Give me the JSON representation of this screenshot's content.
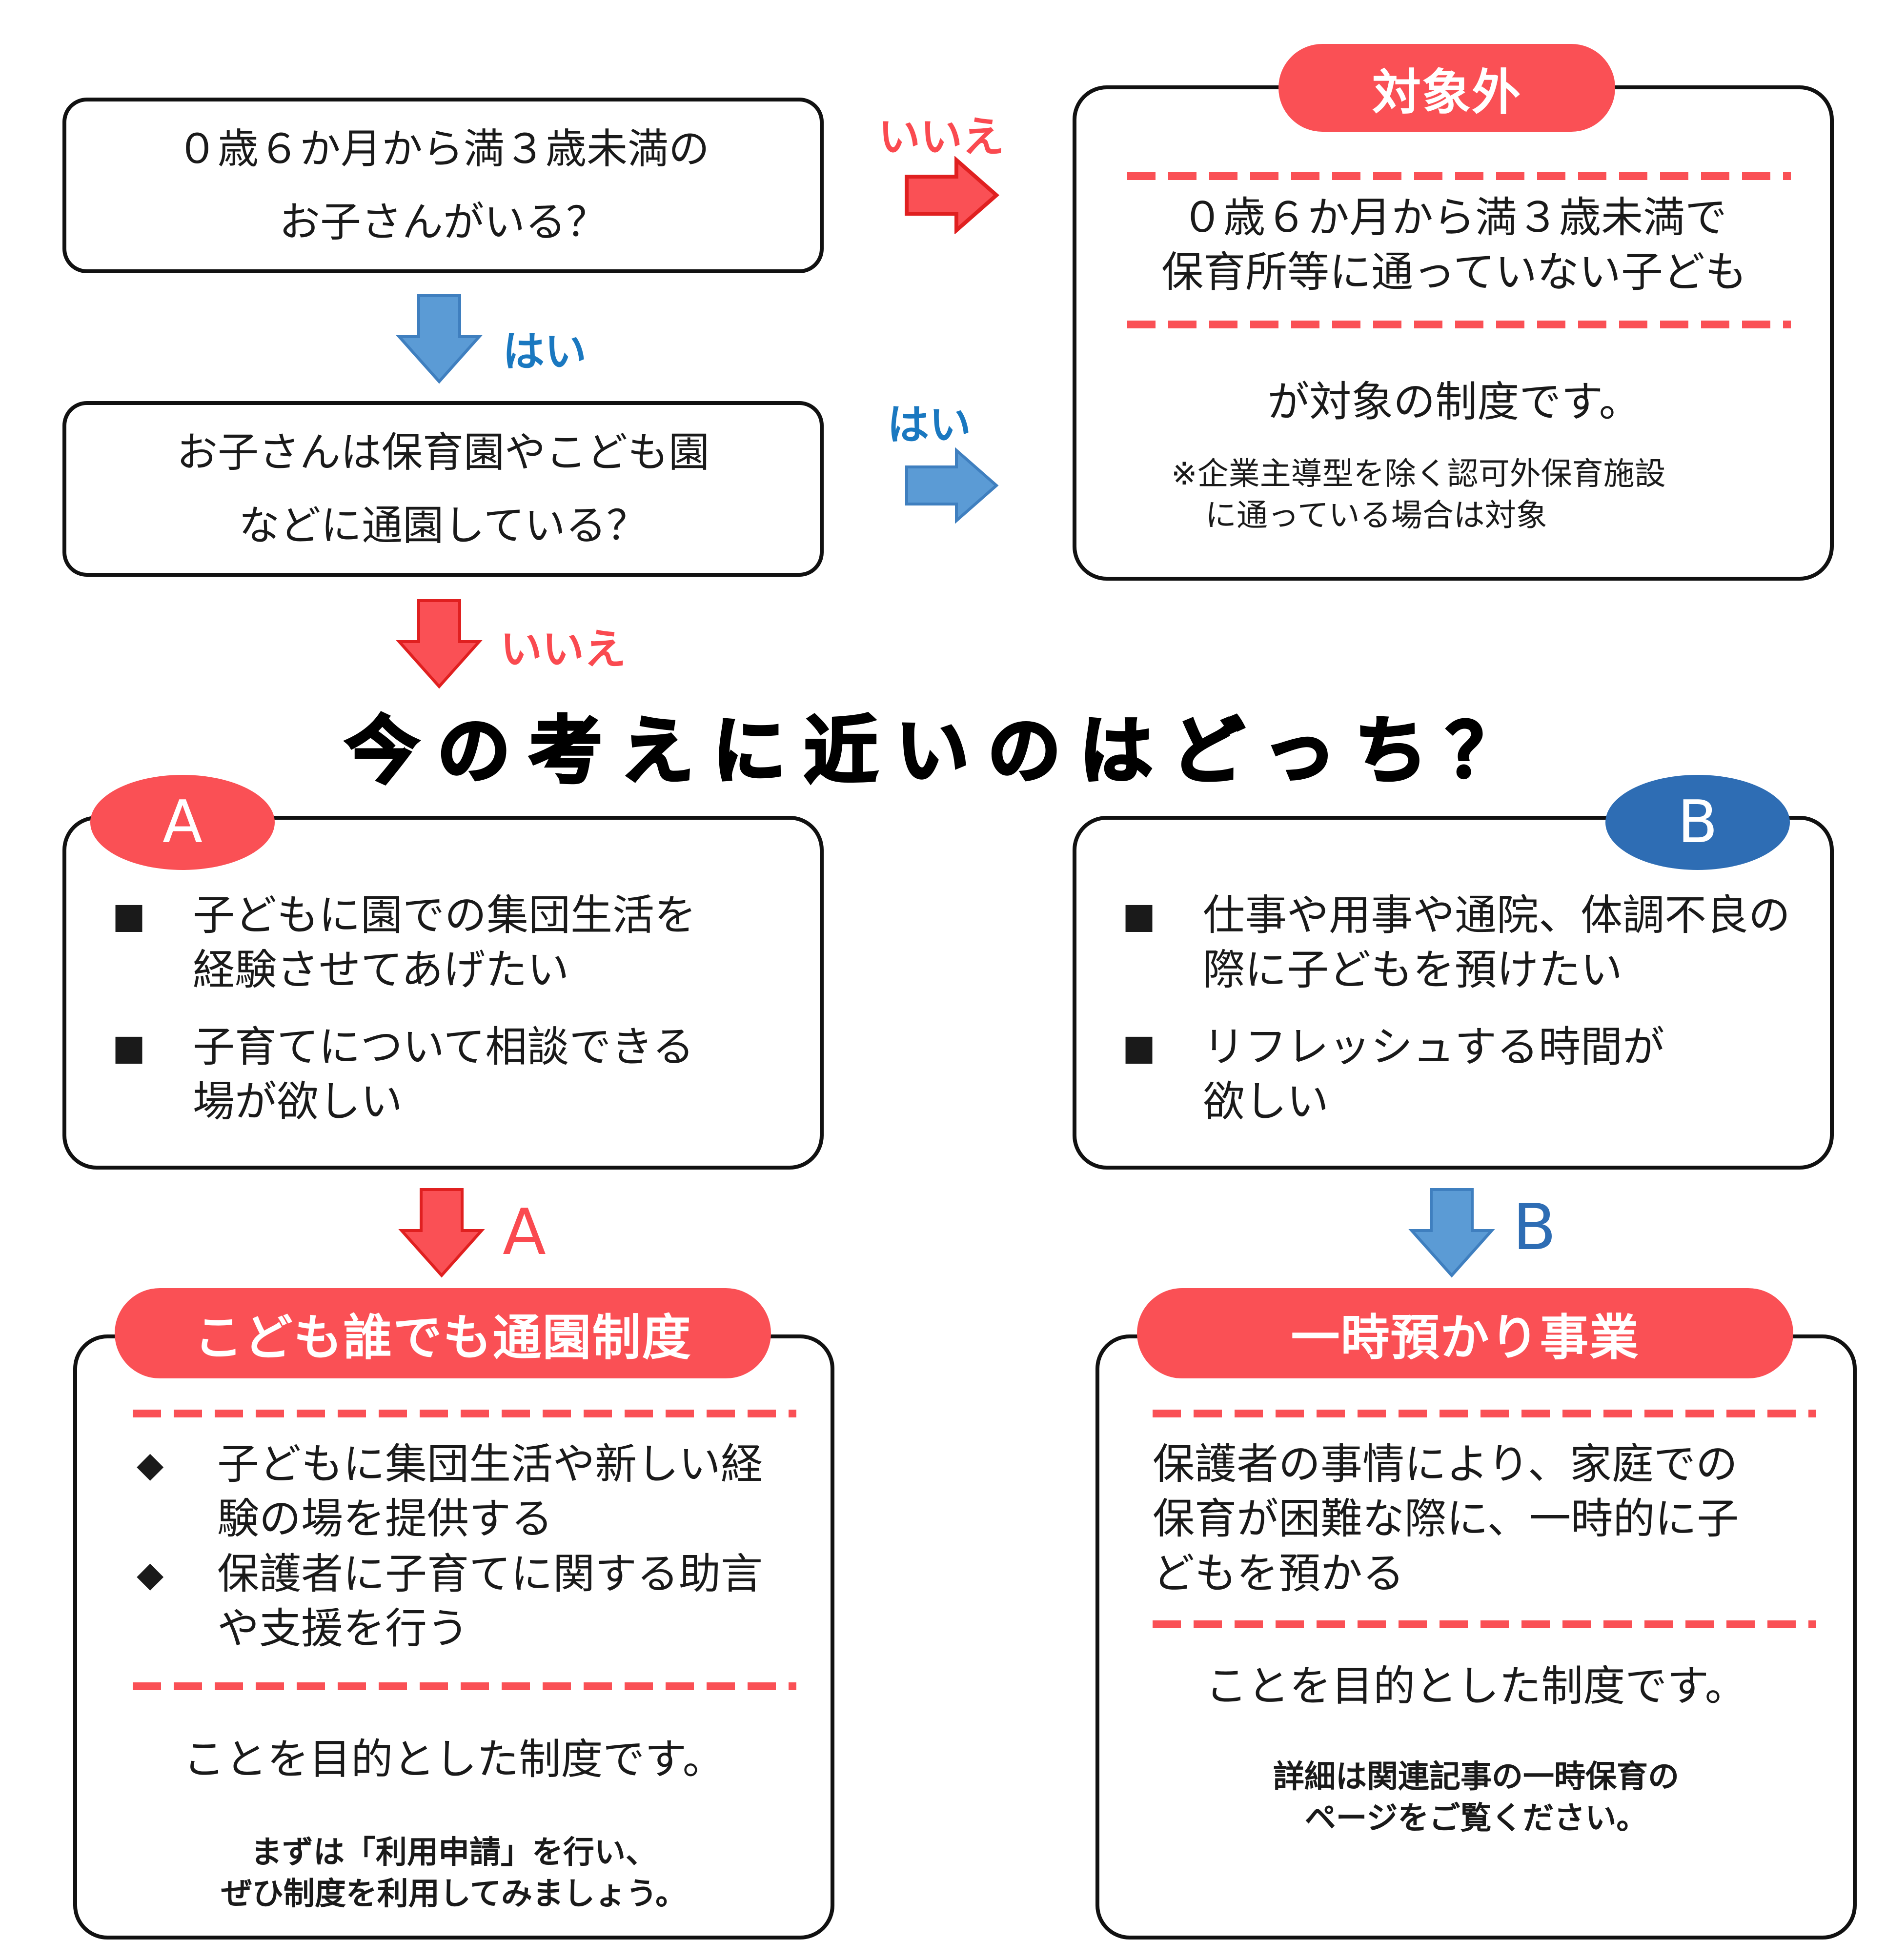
{
  "q1": {
    "line1": "０歳６か月から満３歳未満の",
    "line2": "お子さんがいる？"
  },
  "q2": {
    "line1": "お子さんは保育園やこども園",
    "line2": "などに通園している？"
  },
  "labels": {
    "no_right": "いいえ",
    "yes_down": "はい",
    "yes_right": "はい",
    "no_down": "いいえ",
    "a_arrow": "A",
    "b_arrow": "B"
  },
  "excluded": {
    "title": "対象外",
    "line1": "０歳６か月から満３歳未満で",
    "line2": "保育所等に通っていない子ども",
    "line3": "が対象の制度です。",
    "note1": "※企業主導型を除く認可外保育施設",
    "note2": "に通っている場合は対象"
  },
  "question": "今の考えに近いのはどっち？",
  "option_a": {
    "badge": "A",
    "items": [
      {
        "bullet": "■",
        "line1": "子どもに園での集団生活を",
        "line2": "経験させてあげたい"
      },
      {
        "bullet": "■",
        "line1": "子育てについて相談できる",
        "line2": "場が欲しい"
      }
    ]
  },
  "option_b": {
    "badge": "B",
    "items": [
      {
        "bullet": "■",
        "line1": "仕事や用事や通院、体調不良の",
        "line2": "際に子どもを預けたい"
      },
      {
        "bullet": "■",
        "line1": "リフレッシュする時間が",
        "line2": "欲しい"
      }
    ]
  },
  "result_a": {
    "title": "こども誰でも通園制度",
    "items": [
      {
        "bullet": "◆",
        "line1": "子どもに集団生活や新しい経",
        "line2": "験の場を提供する"
      },
      {
        "bullet": "◆",
        "line1": "保護者に子育てに関する助言",
        "line2": "や支援を行う"
      }
    ],
    "purpose": "ことを目的とした制度です。",
    "note1": "まずは「利用申請」を行い、",
    "note2": "ぜひ制度を利用してみましょう。"
  },
  "result_b": {
    "title": "一時預かり事業",
    "line1": "保護者の事情により、家庭での",
    "line2": "保育が困難な際に、一時的に子",
    "line3": "どもを預かる",
    "purpose": "ことを目的とした制度です。",
    "note1": "詳細は関連記事の一時保育の",
    "note2": "ページをご覧ください。"
  },
  "colors": {
    "red": "#fa5055",
    "blue": "#5b9bd5",
    "dark_blue": "#2e6db4",
    "label_blue": "#1a78c0"
  }
}
